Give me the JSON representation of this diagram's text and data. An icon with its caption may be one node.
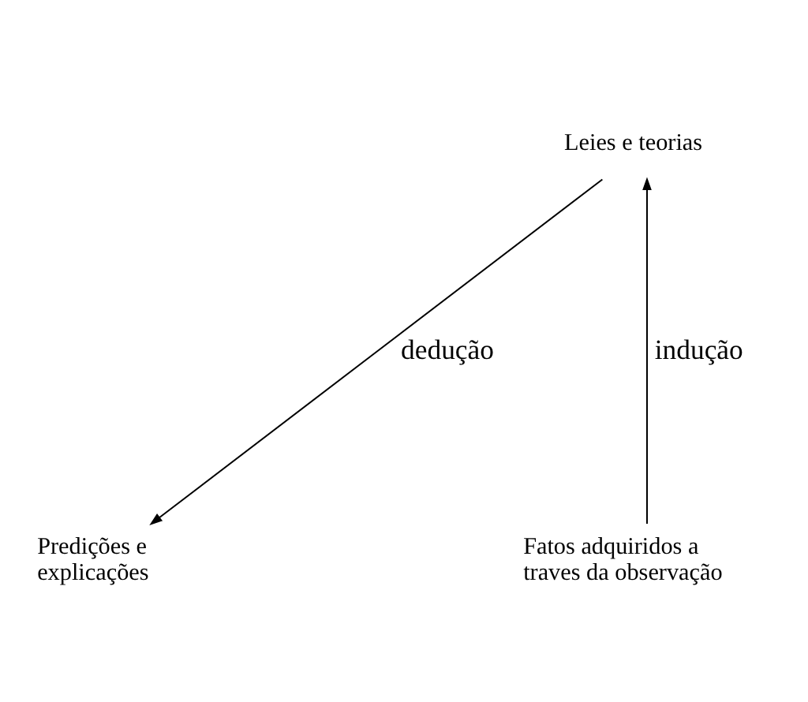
{
  "diagram": {
    "nodes": [
      {
        "text": [
          "Leies e teorias"
        ]
      },
      {
        "text": [
          "Fatos adquiridos a traves da observação"
        ]
      },
      {
        "text": [
          "Predições e explicações"
        ]
      }
    ],
    "edges": [
      {
        "from": 1,
        "to": 0,
        "arrow": "to",
        "label": "indução"
      },
      {
        "from": 0,
        "to": 2,
        "arrow": "to",
        "label": "dedução"
      }
    ]
  }
}
